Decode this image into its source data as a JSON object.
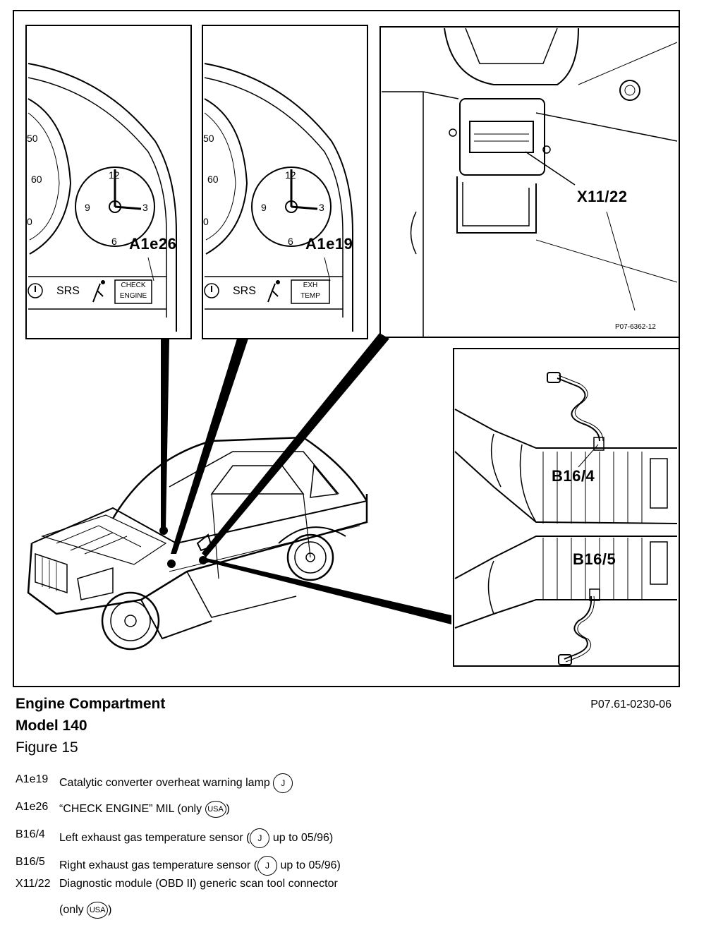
{
  "panels": {
    "a1e26": {
      "label": "A1e26",
      "gauge_numbers": [
        "50",
        "60",
        "0"
      ],
      "clock_numbers": [
        "12",
        "9",
        "3",
        "6"
      ],
      "srs": "SRS",
      "lamp_line1": "CHECK",
      "lamp_line2": "ENGINE"
    },
    "a1e19": {
      "label": "A1e19",
      "gauge_numbers": [
        "50",
        "60",
        "0"
      ],
      "clock_numbers": [
        "12",
        "9",
        "3",
        "6"
      ],
      "srs": "SRS",
      "lamp_line1": "EXH",
      "lamp_line2": "TEMP"
    },
    "x1122": {
      "label": "X11/22",
      "ref": "P07-6362-12"
    },
    "exhaust": {
      "label_left": "B16/4",
      "label_right": "B16/5"
    }
  },
  "caption": {
    "title_line1": "Engine  Compartment",
    "title_line2": "Model 140",
    "figure": "Figure 15",
    "figure_ref": "P07.61-0230-06"
  },
  "legend": {
    "items": [
      {
        "code": "A1e19",
        "desc": "Catalytic converter overheat warning lamp",
        "badge": "J",
        "suffix": ""
      },
      {
        "code": "A1e26",
        "desc": "“CHECK ENGINE” MIL (only ",
        "badge": "USA",
        "suffix": ")"
      },
      {
        "code": "B16/4",
        "desc": "Left exhaust gas temperature sensor (",
        "badge": "J",
        "suffix": " up to 05/96)"
      },
      {
        "code": "B16/5",
        "desc": "Right exhaust gas temperature sensor (",
        "badge": "J",
        "suffix": " up to 05/96)"
      },
      {
        "code": "X11/22",
        "desc": "Diagnostic module (OBD II) generic scan tool connector",
        "badge": "",
        "suffix": ""
      }
    ],
    "continuation": {
      "prefix": "(only ",
      "badge": "USA",
      "suffix": ")"
    }
  }
}
